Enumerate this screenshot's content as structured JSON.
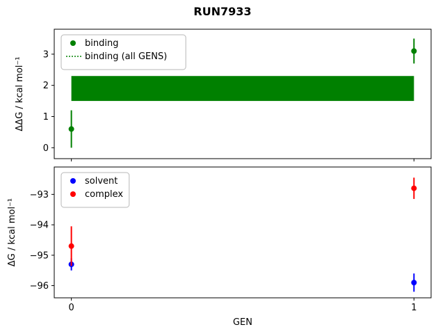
{
  "figure": {
    "title": "RUN7933"
  },
  "colors": {
    "binding": "#008000",
    "solvent": "#0000ff",
    "complex": "#ff0000",
    "axes": "#000000",
    "legend_border": "#b7b7b7"
  },
  "chart_data": [
    {
      "type": "scatter",
      "title": "",
      "ylabel": "ΔΔG / kcal mol⁻¹",
      "xlabel": "",
      "ylim": [
        -0.35,
        3.8
      ],
      "yticks": [
        0,
        1,
        2,
        3
      ],
      "xlim": [
        -0.05,
        1.05
      ],
      "xticks": [
        0,
        1
      ],
      "grid": false,
      "legend_position": "upper-left",
      "series": [
        {
          "name": "binding",
          "color": "#008000",
          "x": [
            0,
            1
          ],
          "y": [
            0.6,
            3.1
          ],
          "yerr": [
            0.6,
            0.4
          ]
        }
      ],
      "band": {
        "label": "binding (all GENS)",
        "color": "#008000",
        "x0": 0,
        "x1": 1,
        "y0": 1.5,
        "y1": 2.3,
        "center": 1.9
      },
      "legend": [
        {
          "label": "binding",
          "type": "marker",
          "color": "#008000"
        },
        {
          "label": "binding (all GENS)",
          "type": "dotted-line",
          "color": "#008000"
        }
      ]
    },
    {
      "type": "scatter",
      "title": "",
      "ylabel": "ΔG / kcal mol⁻¹",
      "xlabel": "GEN",
      "ylim": [
        -96.4,
        -92.1
      ],
      "yticks": [
        -93,
        -94,
        -95,
        -96
      ],
      "xlim": [
        -0.05,
        1.05
      ],
      "xticks": [
        0,
        1
      ],
      "grid": false,
      "legend_position": "upper-left",
      "series": [
        {
          "name": "solvent",
          "color": "#0000ff",
          "x": [
            0,
            1
          ],
          "y": [
            -95.3,
            -95.9
          ],
          "yerr": [
            0.2,
            0.3
          ]
        },
        {
          "name": "complex",
          "color": "#ff0000",
          "x": [
            0,
            1
          ],
          "y": [
            -94.7,
            -92.8
          ],
          "yerr": [
            0.65,
            0.35
          ]
        }
      ],
      "legend": [
        {
          "label": "solvent",
          "type": "marker",
          "color": "#0000ff"
        },
        {
          "label": "complex",
          "type": "marker",
          "color": "#ff0000"
        }
      ]
    }
  ]
}
